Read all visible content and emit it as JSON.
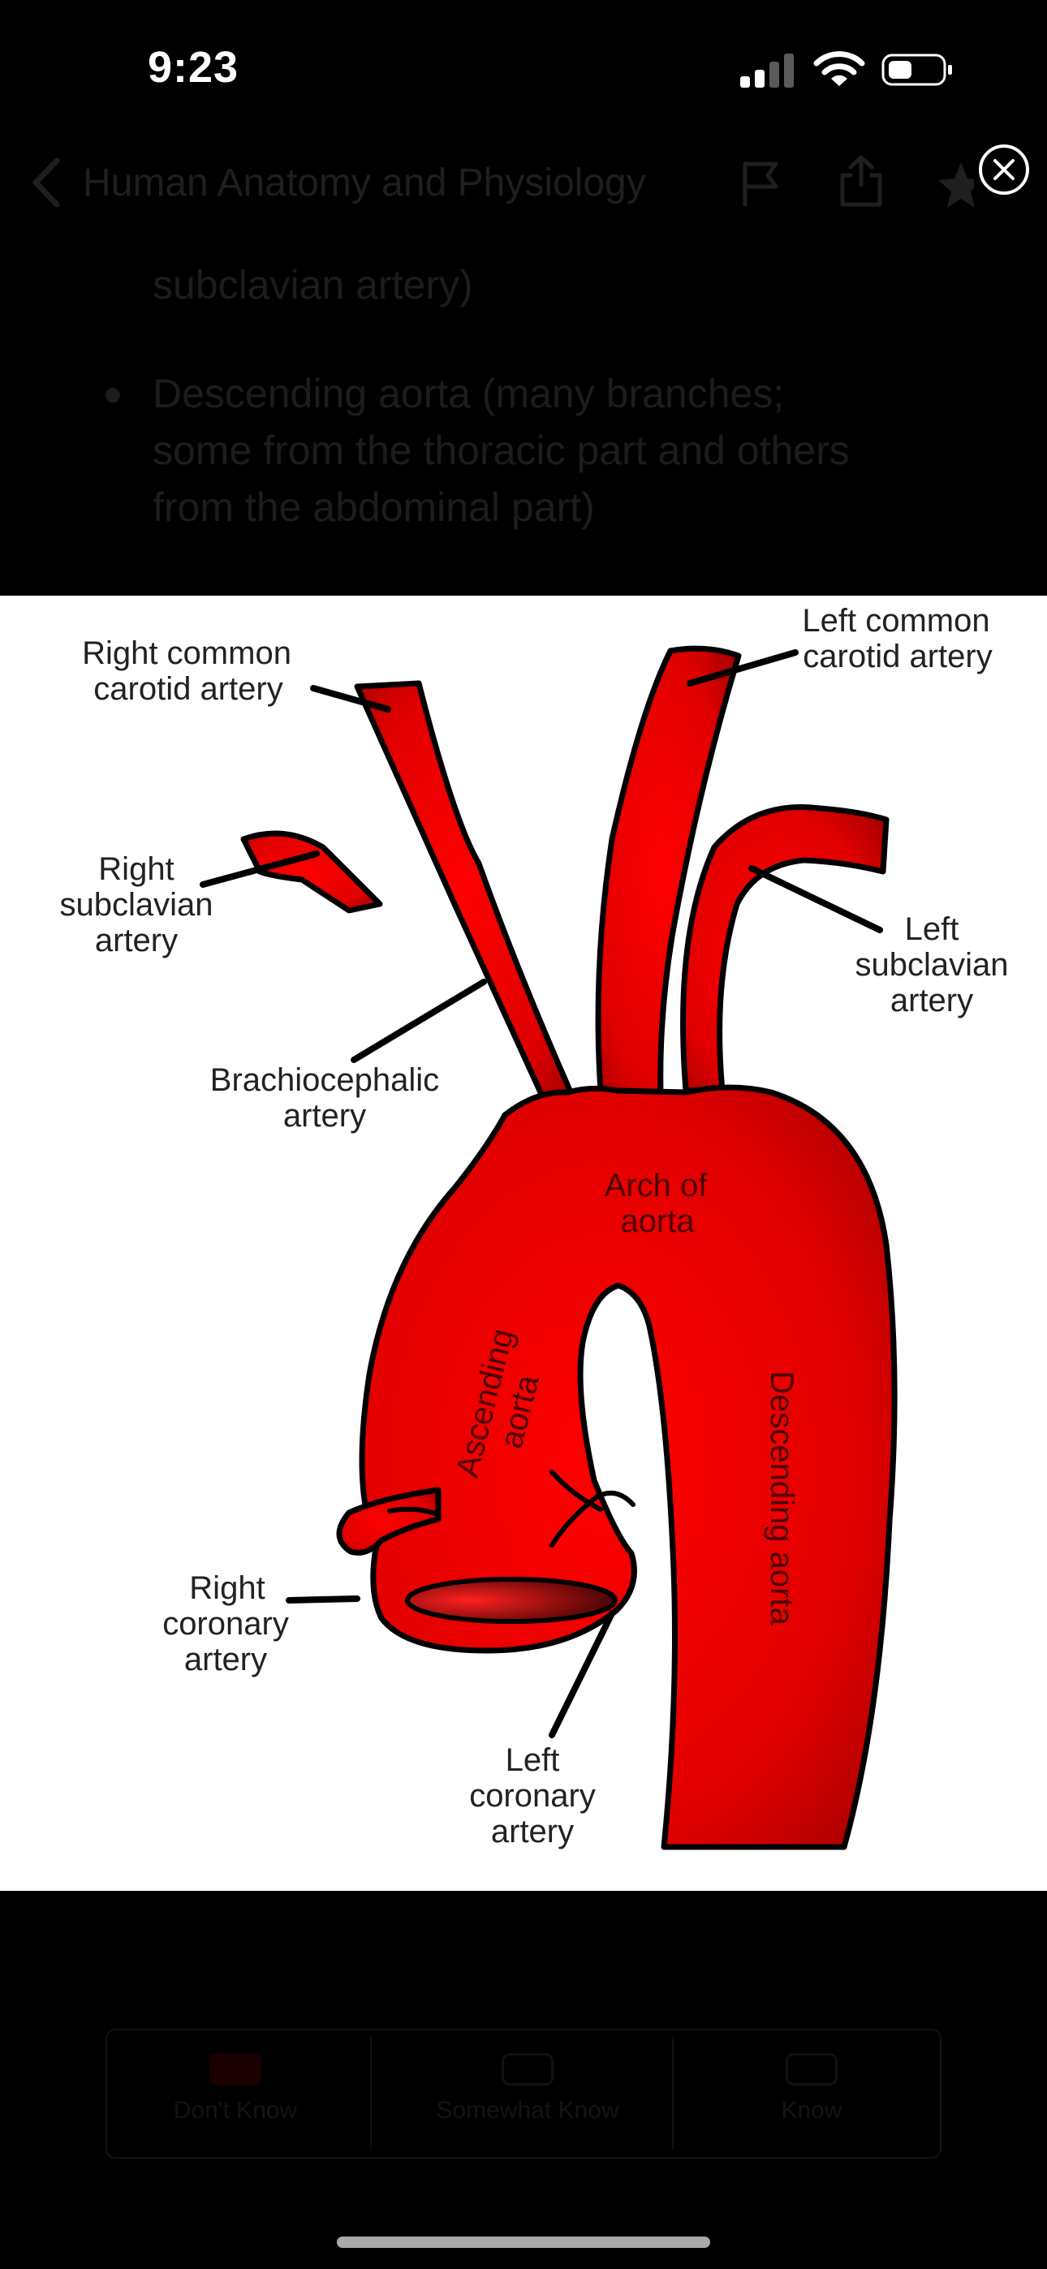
{
  "status_bar": {
    "time": "9:23"
  },
  "nav": {
    "back_icon": "chevron-left-icon",
    "title": "Human Anatomy and Physiology",
    "flag_icon": "flag-icon",
    "share_icon": "share-icon",
    "star_icon": "star-icon"
  },
  "background_text": {
    "line1": "subclavian artery)",
    "bullet_line1": "Descending aorta (many branches;",
    "bullet_line2": "some from the thoracic part and others",
    "bullet_line3": "from the abdominal part)"
  },
  "viewer": {
    "close_icon": "close-icon"
  },
  "diagram": {
    "labels": {
      "right_common_carotid_1": "Right common",
      "right_common_carotid_2": "carotid artery",
      "left_common_carotid_1": "Left common",
      "left_common_carotid_2": "carotid artery",
      "right_subclavian_1": "Right",
      "right_subclavian_2": "subclavian",
      "right_subclavian_3": "artery",
      "left_subclavian_1": "Left",
      "left_subclavian_2": "subclavian",
      "left_subclavian_3": "artery",
      "brachiocephalic_1": "Brachiocephalic",
      "brachiocephalic_2": "artery",
      "arch_1": "Arch of",
      "arch_2": "aorta",
      "ascending_1": "Ascending",
      "ascending_2": "aorta",
      "descending": "Descending aorta",
      "right_coronary_1": "Right",
      "right_coronary_2": "coronary",
      "right_coronary_3": "artery",
      "left_coronary_1": "Left",
      "left_coronary_2": "coronary",
      "left_coronary_3": "artery"
    }
  },
  "bottom_buttons": {
    "dont_know": "Don't Know",
    "somewhat_know": "Somewhat Know",
    "know": "Know"
  },
  "colors": {
    "artery": "#e80000",
    "artery_dark": "#a00000",
    "background": "#000000",
    "image_bg": "#ffffff"
  }
}
